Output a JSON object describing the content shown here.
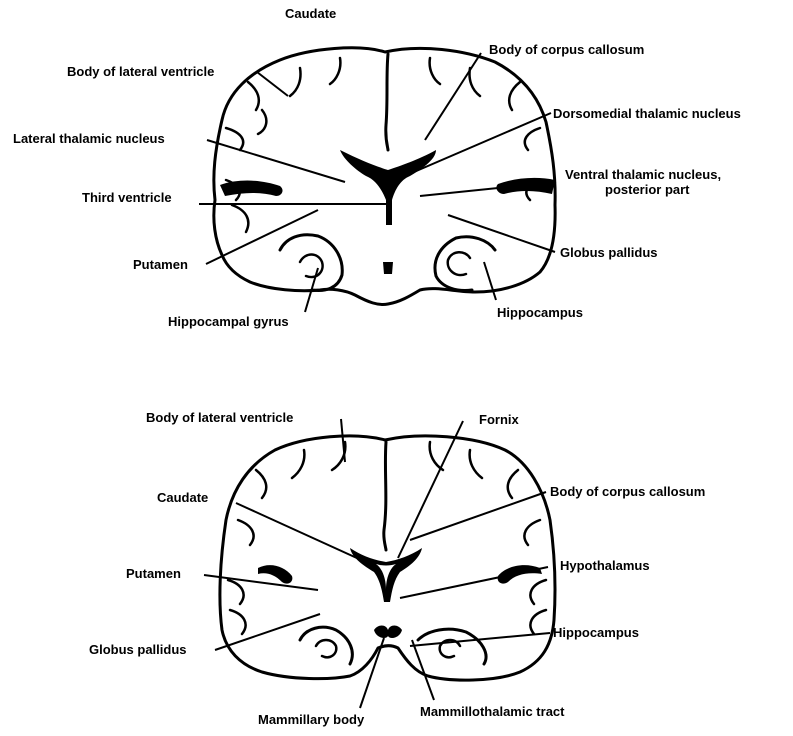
{
  "top_section": {
    "labels": {
      "caudate": "Caudate",
      "body_of_lateral_ventricle": "Body of lateral ventricle",
      "body_of_corpus_callosum": "Body of corpus callosum",
      "lateral_thalamic_nucleus": "Lateral thalamic nucleus",
      "dorsomedial_thalamic_nucleus": "Dorsomedial thalamic nucleus",
      "third_ventricle": "Third ventricle",
      "ventral_thalamic_nucleus_line1": "Ventral thalamic nucleus,",
      "ventral_thalamic_nucleus_line2": "posterior part",
      "putamen": "Putamen",
      "globus_pallidus": "Globus pallidus",
      "hippocampal_gyrus": "Hippocampal gyrus",
      "hippocampus": "Hippocampus"
    }
  },
  "bottom_section": {
    "labels": {
      "body_of_lateral_ventricle": "Body of lateral ventricle",
      "fornix": "Fornix",
      "caudate": "Caudate",
      "body_of_corpus_callosum": "Body of corpus callosum",
      "putamen": "Putamen",
      "hypothalamus": "Hypothalamus",
      "globus_pallidus": "Globus pallidus",
      "hippocampus": "Hippocampus",
      "mammillary_body": "Mammillary body",
      "mammillothalamic_tract": "Mammillothalamic tract"
    }
  },
  "colors": {
    "ink": "#000000",
    "paper": "#ffffff"
  }
}
